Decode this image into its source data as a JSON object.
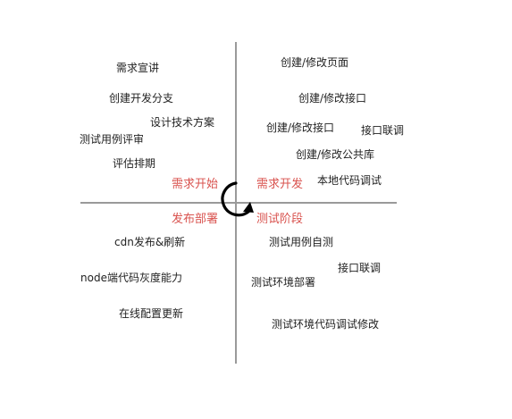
{
  "colors": {
    "axis": "#9a9a9a",
    "stage_label": "#d9534f",
    "text": "#222222",
    "cycle_icon": "#000000"
  },
  "icons": {
    "cycle": "cycle-arrow-icon"
  },
  "stages": {
    "top_left": "需求开始",
    "top_right": "需求开发",
    "bottom_left": "发布部署",
    "bottom_right": "测试阶段"
  },
  "quadrants": {
    "top_left": [
      "需求宣讲",
      "创建开发分支",
      "设计技术方案",
      "测试用例评审",
      "评估排期"
    ],
    "top_right": [
      "创建/修改页面",
      "创建/修改接口",
      "创建/修改接口",
      "接口联调",
      "创建/修改公共库",
      "本地代码调试"
    ],
    "bottom_left": [
      "cdn发布&刷新",
      "node端代码灰度能力",
      "在线配置更新"
    ],
    "bottom_right": [
      "测试用例自测",
      "接口联调",
      "测试环境部署",
      "测试环境代码调试修改"
    ]
  }
}
